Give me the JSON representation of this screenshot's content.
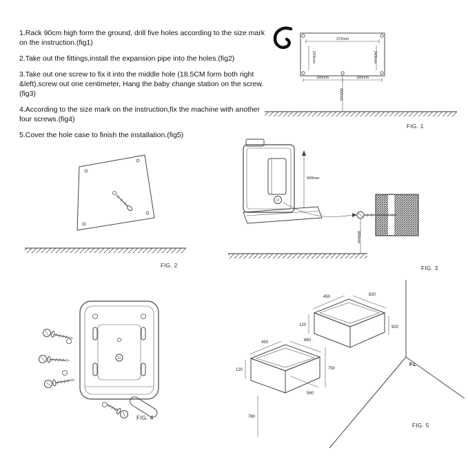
{
  "instructions": {
    "steps": [
      "1.Rack 90cm high form the ground, drill five holes according to the size mark on the instruction.(fig1)",
      "2.Take out the fittings,install the expansion pipe into the holes.(fig2)",
      "3.Take out one screw to fix it into the middle hole (18.5CM form both right &left),screw out one centimeter, Hang the baby change station on the screw.(fig3)",
      "4.According to the size mark on the instruction,fix the machine with another four screws.(fig4)",
      "5.Cover the hole case to finish the installation.(fig5)"
    ]
  },
  "fig1": {
    "caption": "FIG. 1",
    "dim_width": "372mm",
    "dim_left": "243mm",
    "dim_right": "243mm",
    "dim_bottom_left": "185mm",
    "dim_bottom_right": "185mm",
    "dim_height": "900mm"
  },
  "fig2": {
    "caption": "FIG. 2"
  },
  "fig3": {
    "caption": "FIG. 3",
    "dim_station": "900mm",
    "dim_anchor": "900mm"
  },
  "fig4": {
    "caption": "FIG. 4"
  },
  "fig5": {
    "caption": "FIG. 5",
    "floor_label": "F.L",
    "unit_top": {
      "width": "450",
      "depth": "820",
      "height": "120",
      "side": "920"
    },
    "unit_bottom": {
      "width": "450",
      "depth": "860",
      "height": "120",
      "front": "560"
    },
    "dim_between": "750",
    "dim_floor": "780"
  }
}
